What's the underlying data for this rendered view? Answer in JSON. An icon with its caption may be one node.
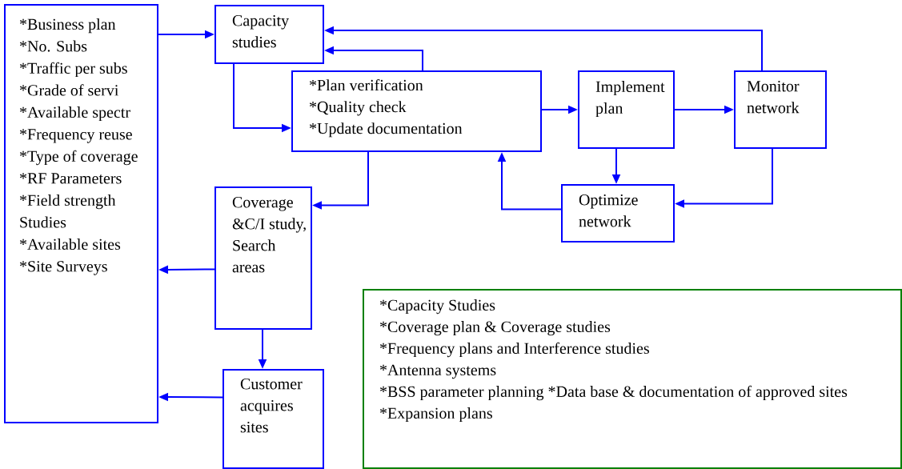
{
  "diagram": {
    "nodes": [
      {
        "text": [
          "*Business plan",
          "*No. Subs",
          "*Traffic per subs",
          "*Grade of servi",
          "*Available spectr",
          "*Frequency reuse",
          "*Type of coverage",
          "*RF Parameters",
          "*Field strength Studies",
          "*Available sites",
          "*Site Surveys"
        ]
      },
      {
        "text": [
          "Capacity studies"
        ]
      },
      {
        "text": [
          "*Plan verification",
          "*Quality check",
          "*Update documentation"
        ]
      },
      {
        "text": [
          "Implement plan"
        ]
      },
      {
        "text": [
          "Monitor network"
        ]
      },
      {
        "text": [
          "Optimize network"
        ]
      },
      {
        "text": [
          "Coverage &C/I study, Search areas"
        ]
      },
      {
        "text": [
          "Customer acquires sites"
        ]
      },
      {
        "text": [
          "*Capacity Studies",
          "*Coverage plan & Coverage studies",
          "*Frequency plans and Interference studies",
          "*Antenna systems",
          "*BSS parameter planning *Data base & documentation of approved sites",
          "*Expansion plans"
        ]
      }
    ],
    "edges": [
      {
        "from": 0,
        "to": 1,
        "arrow": "to"
      },
      {
        "from": 4,
        "to": 1,
        "arrow": "to"
      },
      {
        "from": 2,
        "to": 1,
        "arrow": "to"
      },
      {
        "from": 1,
        "to": 2,
        "arrow": "to"
      },
      {
        "from": 2,
        "to": 3,
        "arrow": "to"
      },
      {
        "from": 3,
        "to": 4,
        "arrow": "to"
      },
      {
        "from": 3,
        "to": 5,
        "arrow": "to"
      },
      {
        "from": 4,
        "to": 5,
        "arrow": "to"
      },
      {
        "from": 5,
        "to": 2,
        "arrow": "to"
      },
      {
        "from": 2,
        "to": 6,
        "arrow": "to"
      },
      {
        "from": 6,
        "to": 0,
        "arrow": "to"
      },
      {
        "from": 6,
        "to": 7,
        "arrow": "to"
      },
      {
        "from": 7,
        "to": 0,
        "arrow": "to"
      }
    ]
  }
}
